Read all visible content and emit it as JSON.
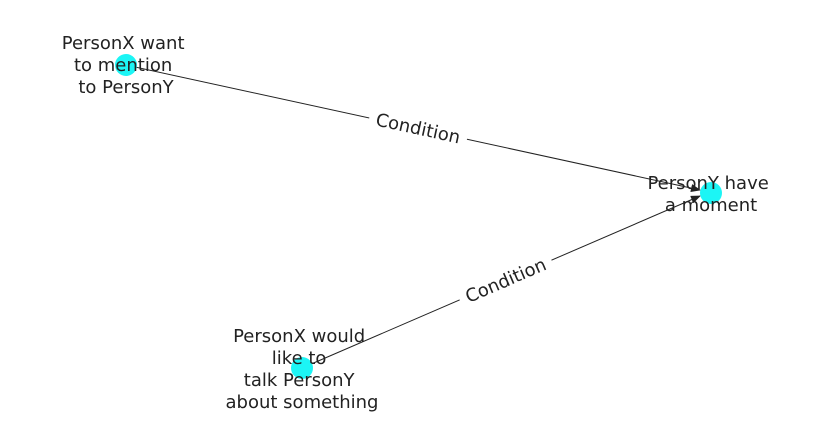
{
  "colors": {
    "node": "#1cf5f5",
    "edge": "#222222",
    "text": "#222222",
    "background": "#ffffff"
  },
  "nodes": [
    {
      "id": "n1",
      "lines": [
        "PersonX want",
        "to mention",
        "to PersonY"
      ]
    },
    {
      "id": "n2",
      "lines": [
        "PersonY have",
        "a moment"
      ]
    },
    {
      "id": "n3",
      "lines": [
        "PersonX would",
        "like to",
        "talk PersonY",
        "about something"
      ]
    }
  ],
  "edges": [
    {
      "from": "n1",
      "to": "n2",
      "label": "Condition"
    },
    {
      "from": "n3",
      "to": "n2",
      "label": "Condition"
    }
  ]
}
